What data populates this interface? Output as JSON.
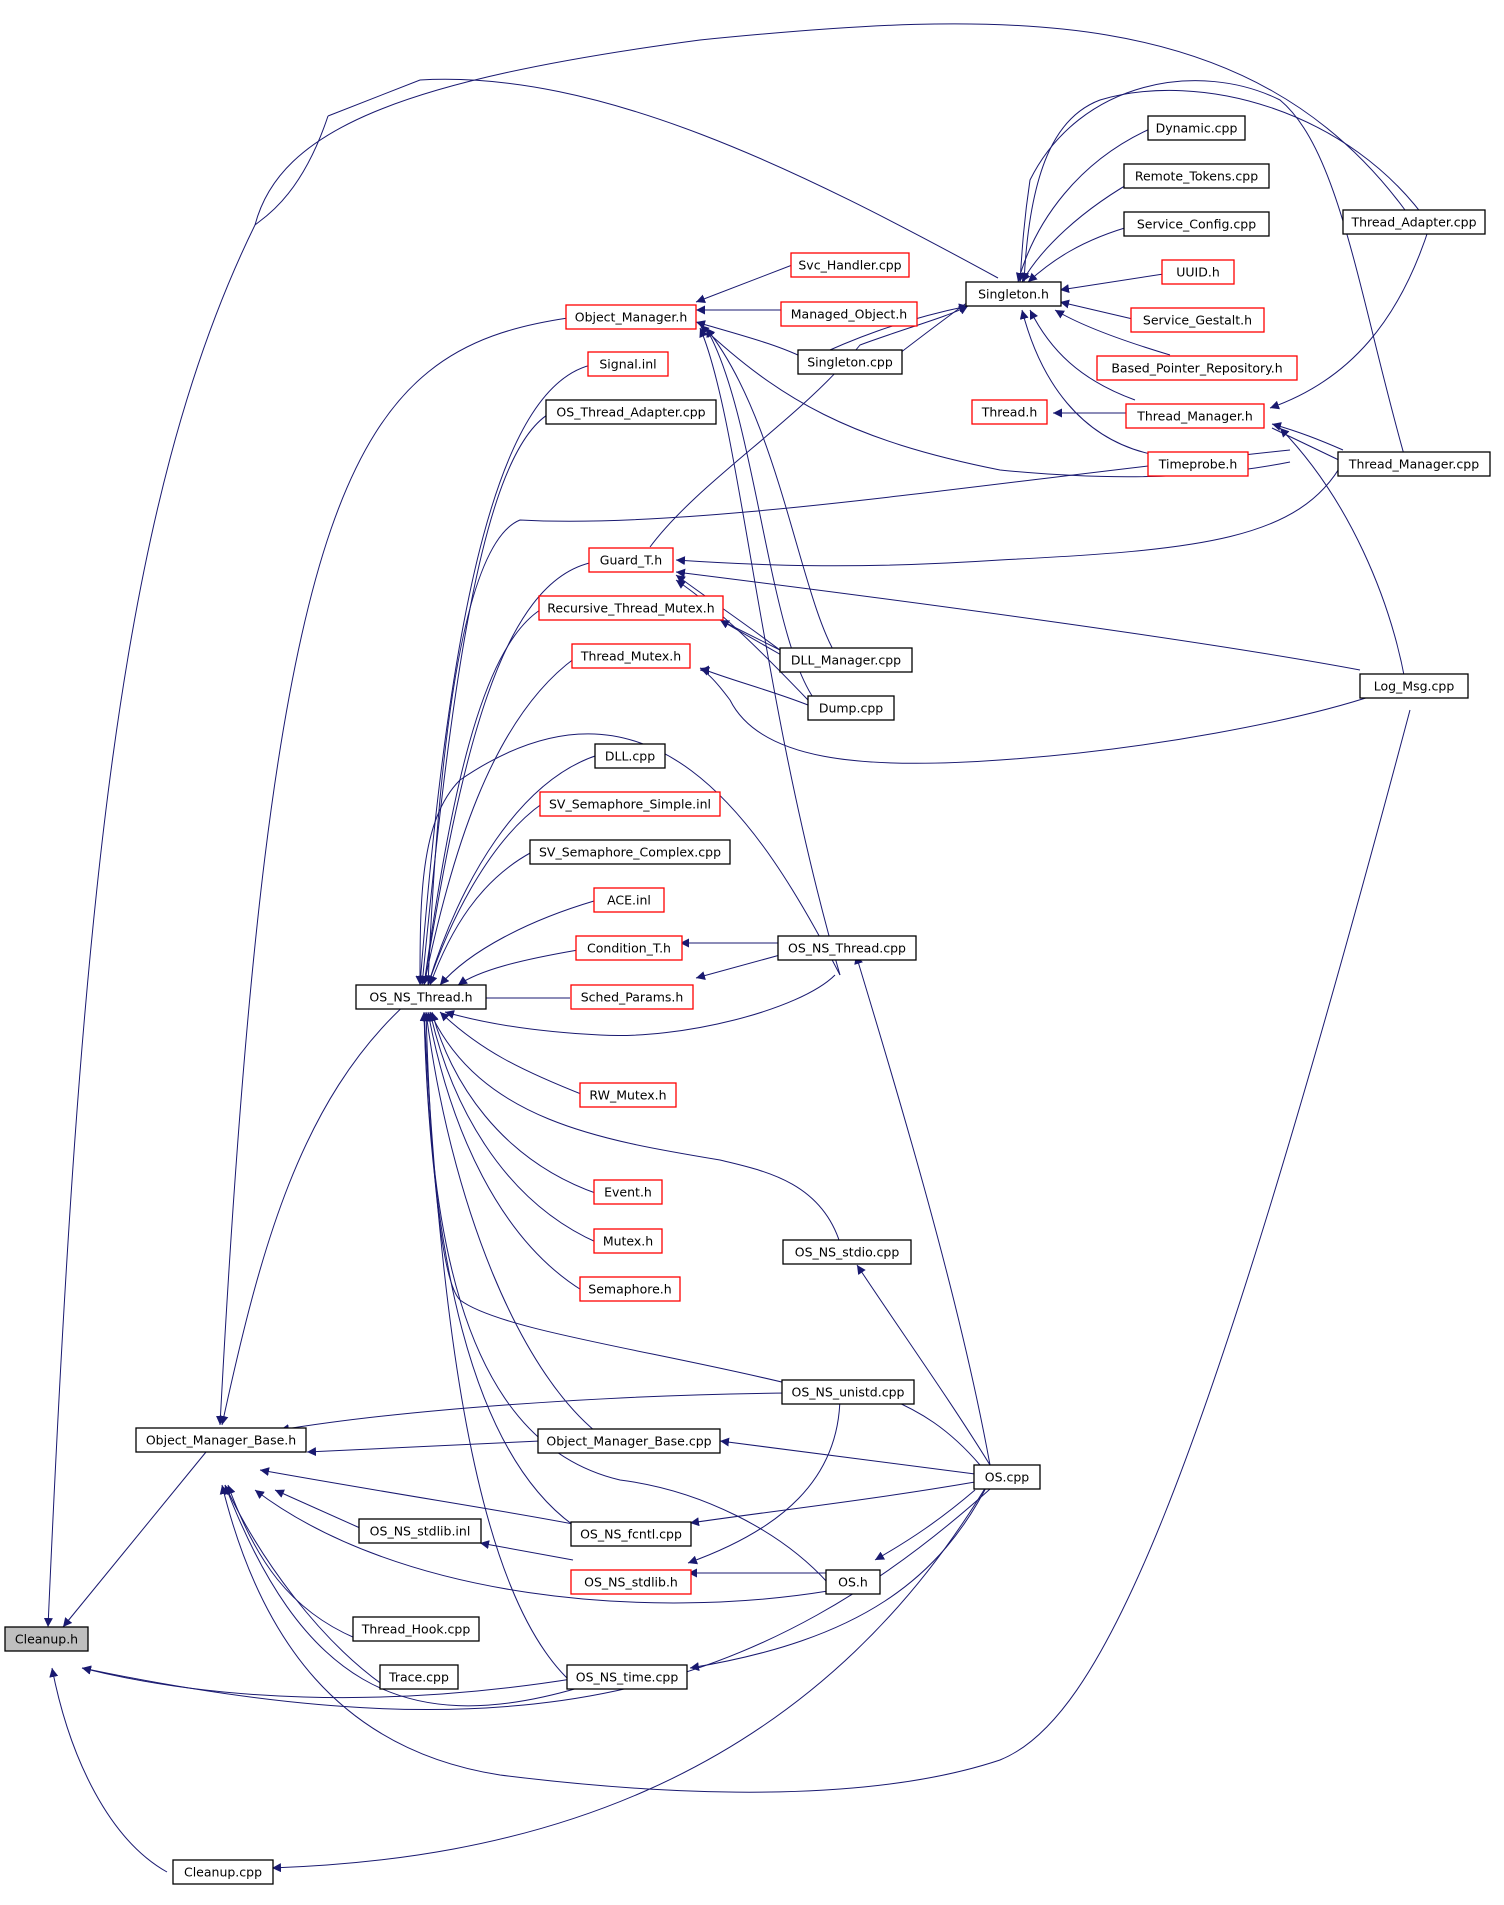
{
  "colors": {
    "edge": "#191970",
    "root_fill": "#bfbfbf",
    "node_fill": "#ffffff",
    "normal_border": "#000000",
    "highlight_border": "#ff0000"
  },
  "nodes": [
    {
      "id": "cleanup_h",
      "label": "Cleanup.h",
      "style": "root"
    },
    {
      "id": "cleanup_cpp",
      "label": "Cleanup.cpp",
      "style": "normal"
    },
    {
      "id": "object_manager_base_h",
      "label": "Object_Manager_Base.h",
      "style": "normal"
    },
    {
      "id": "os_ns_thread_h",
      "label": "OS_NS_Thread.h",
      "style": "normal"
    },
    {
      "id": "object_manager_h",
      "label": "Object_Manager.h",
      "style": "red"
    },
    {
      "id": "svc_handler_cpp",
      "label": "Svc_Handler.cpp",
      "style": "red"
    },
    {
      "id": "managed_object_h",
      "label": "Managed_Object.h",
      "style": "red"
    },
    {
      "id": "singleton_cpp",
      "label": "Singleton.cpp",
      "style": "normal"
    },
    {
      "id": "singleton_h",
      "label": "Singleton.h",
      "style": "normal"
    },
    {
      "id": "dynamic_cpp",
      "label": "Dynamic.cpp",
      "style": "normal"
    },
    {
      "id": "remote_tokens_cpp",
      "label": "Remote_Tokens.cpp",
      "style": "normal"
    },
    {
      "id": "service_config_cpp",
      "label": "Service_Config.cpp",
      "style": "normal"
    },
    {
      "id": "uuid_h",
      "label": "UUID.h",
      "style": "red"
    },
    {
      "id": "service_gestalt_h",
      "label": "Service_Gestalt.h",
      "style": "red"
    },
    {
      "id": "based_pointer_repository_h",
      "label": "Based_Pointer_Repository.h",
      "style": "red"
    },
    {
      "id": "thread_manager_h",
      "label": "Thread_Manager.h",
      "style": "red"
    },
    {
      "id": "timeprobe_h",
      "label": "Timeprobe.h",
      "style": "red"
    },
    {
      "id": "thread_adapter_cpp",
      "label": "Thread_Adapter.cpp",
      "style": "normal"
    },
    {
      "id": "thread_manager_cpp",
      "label": "Thread_Manager.cpp",
      "style": "normal"
    },
    {
      "id": "thread_h",
      "label": "Thread.h",
      "style": "red"
    },
    {
      "id": "signal_inl",
      "label": "Signal.inl",
      "style": "red"
    },
    {
      "id": "os_thread_adapter_cpp",
      "label": "OS_Thread_Adapter.cpp",
      "style": "normal"
    },
    {
      "id": "guard_t_h",
      "label": "Guard_T.h",
      "style": "red"
    },
    {
      "id": "recursive_thread_mutex_h",
      "label": "Recursive_Thread_Mutex.h",
      "style": "red"
    },
    {
      "id": "thread_mutex_h",
      "label": "Thread_Mutex.h",
      "style": "red"
    },
    {
      "id": "dll_manager_cpp",
      "label": "DLL_Manager.cpp",
      "style": "normal"
    },
    {
      "id": "dump_cpp",
      "label": "Dump.cpp",
      "style": "normal"
    },
    {
      "id": "log_msg_cpp",
      "label": "Log_Msg.cpp",
      "style": "normal"
    },
    {
      "id": "dll_cpp",
      "label": "DLL.cpp",
      "style": "normal"
    },
    {
      "id": "sv_semaphore_simple_inl",
      "label": "SV_Semaphore_Simple.inl",
      "style": "red"
    },
    {
      "id": "sv_semaphore_complex_cpp",
      "label": "SV_Semaphore_Complex.cpp",
      "style": "normal"
    },
    {
      "id": "ace_inl",
      "label": "ACE.inl",
      "style": "red"
    },
    {
      "id": "condition_t_h",
      "label": "Condition_T.h",
      "style": "red"
    },
    {
      "id": "sched_params_h",
      "label": "Sched_Params.h",
      "style": "red"
    },
    {
      "id": "os_ns_thread_cpp",
      "label": "OS_NS_Thread.cpp",
      "style": "normal"
    },
    {
      "id": "rw_mutex_h",
      "label": "RW_Mutex.h",
      "style": "red"
    },
    {
      "id": "event_h",
      "label": "Event.h",
      "style": "red"
    },
    {
      "id": "mutex_h",
      "label": "Mutex.h",
      "style": "red"
    },
    {
      "id": "semaphore_h",
      "label": "Semaphore.h",
      "style": "red"
    },
    {
      "id": "os_ns_stdio_cpp",
      "label": "OS_NS_stdio.cpp",
      "style": "normal"
    },
    {
      "id": "os_ns_unistd_cpp",
      "label": "OS_NS_unistd.cpp",
      "style": "normal"
    },
    {
      "id": "object_manager_base_cpp",
      "label": "Object_Manager_Base.cpp",
      "style": "normal"
    },
    {
      "id": "os_cpp",
      "label": "OS.cpp",
      "style": "normal"
    },
    {
      "id": "os_ns_stdlib_inl",
      "label": "OS_NS_stdlib.inl",
      "style": "normal"
    },
    {
      "id": "os_ns_fcntl_cpp",
      "label": "OS_NS_fcntl.cpp",
      "style": "normal"
    },
    {
      "id": "os_ns_stdlib_h",
      "label": "OS_NS_stdlib.h",
      "style": "red"
    },
    {
      "id": "os_h",
      "label": "OS.h",
      "style": "normal"
    },
    {
      "id": "thread_hook_cpp",
      "label": "Thread_Hook.cpp",
      "style": "normal"
    },
    {
      "id": "trace_cpp",
      "label": "Trace.cpp",
      "style": "normal"
    },
    {
      "id": "os_ns_time_cpp",
      "label": "OS_NS_time.cpp",
      "style": "normal"
    }
  ]
}
